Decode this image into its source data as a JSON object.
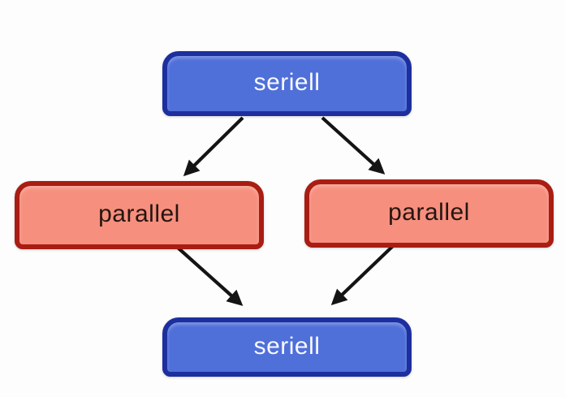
{
  "background_color": "#fdfdfd",
  "diagram": {
    "type": "flow",
    "nodes": [
      {
        "id": "seriell-top",
        "label": "seriell",
        "kind": "serial",
        "fill": "#4f6fd9",
        "border": "#1d2f9e",
        "text_color": "#f7f9ff"
      },
      {
        "id": "parallel-left",
        "label": "parallel",
        "kind": "parallel",
        "fill": "#f68f7e",
        "border": "#a91d12",
        "text_color": "#26150f"
      },
      {
        "id": "parallel-right",
        "label": "parallel",
        "kind": "parallel",
        "fill": "#f68f7e",
        "border": "#a91d12",
        "text_color": "#26150f"
      },
      {
        "id": "seriell-bottom",
        "label": "seriell",
        "kind": "serial",
        "fill": "#4f6fd9",
        "border": "#1d2f9e",
        "text_color": "#f7f9ff"
      }
    ],
    "edges": [
      {
        "from": "seriell-top",
        "to": "parallel-left"
      },
      {
        "from": "seriell-top",
        "to": "parallel-right"
      },
      {
        "from": "parallel-left",
        "to": "seriell-bottom"
      },
      {
        "from": "parallel-right",
        "to": "seriell-bottom"
      }
    ],
    "arrow_color": "#141414"
  }
}
